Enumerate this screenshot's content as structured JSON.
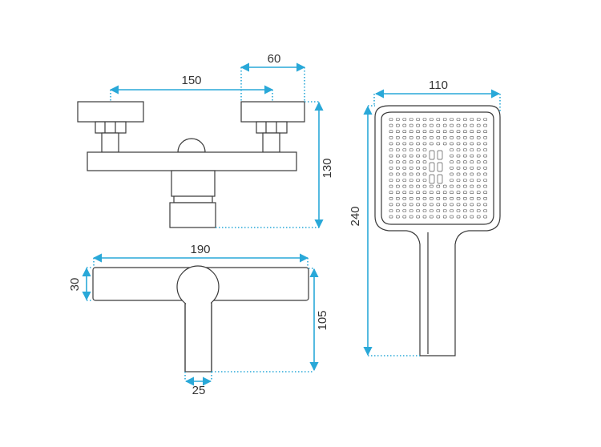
{
  "dimensions": {
    "spacing_150": "150",
    "handle_60": "60",
    "height_130": "130",
    "width_110": "110",
    "height_240": "240",
    "width_190": "190",
    "thickness_30": "30",
    "height_105": "105",
    "lever_25": "25"
  },
  "colors": {
    "dimension": "#29a8d8",
    "outline": "#3a3a3a",
    "text": "#333333"
  }
}
